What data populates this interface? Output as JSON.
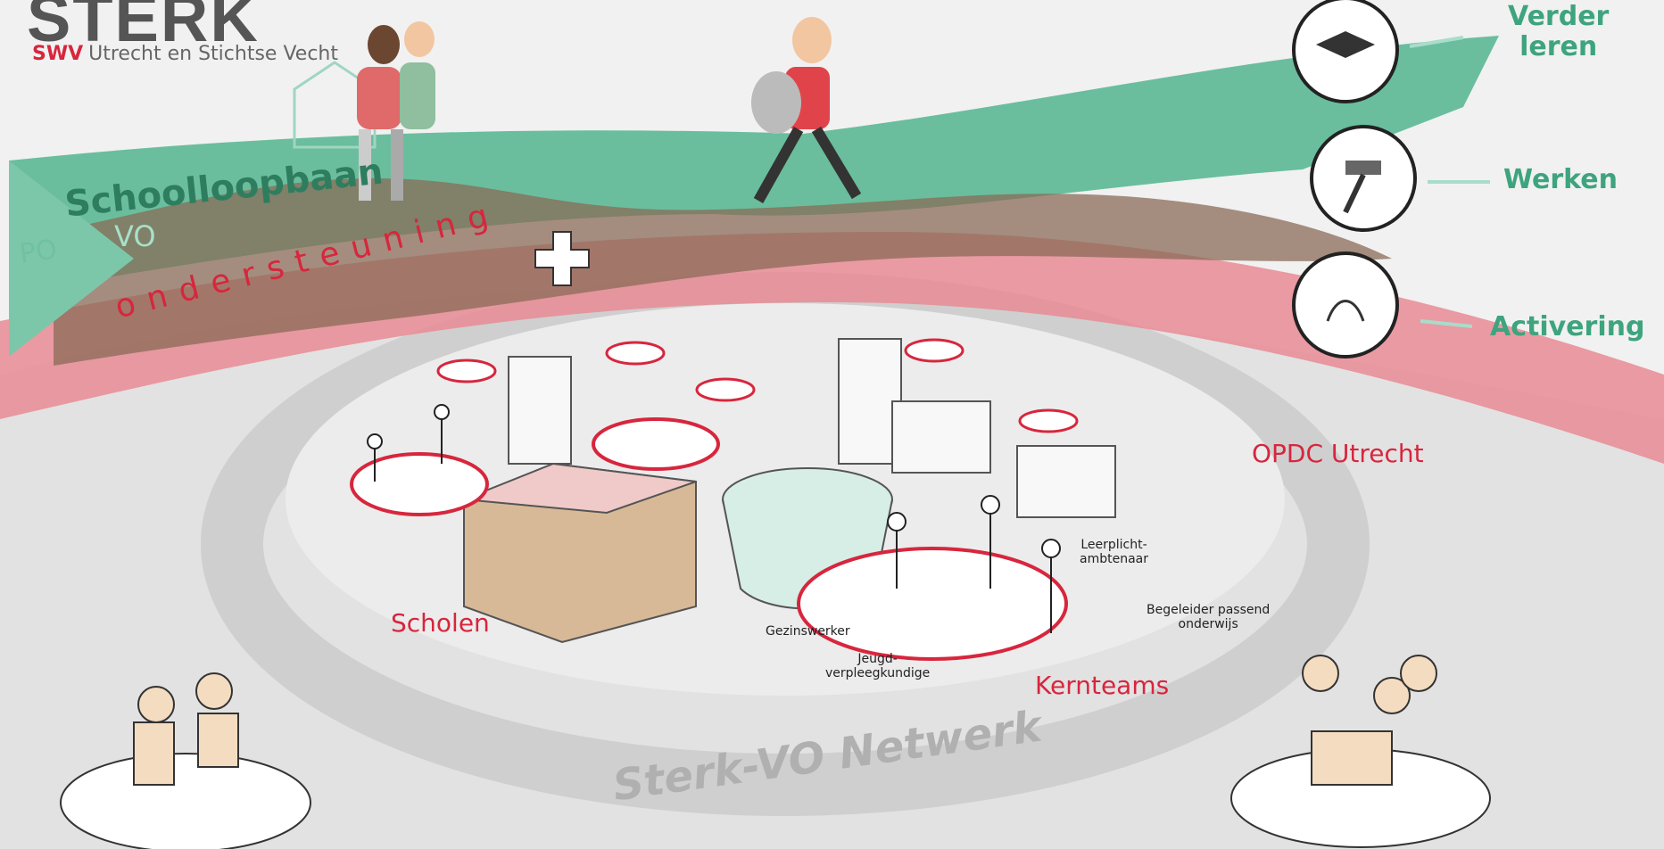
{
  "logo": {
    "title": "STERK",
    "prefix": "SWV",
    "subtitle": "Utrecht en Stichtse Vecht"
  },
  "pathway": {
    "po": "PO",
    "schoolloopbaan": "Schoolloopbaan",
    "vo": "VO",
    "ondersteuning": "ondersteuning"
  },
  "outcomes": [
    {
      "label": "Verder\nleren",
      "icon": "graduation-cap-icon"
    },
    {
      "label": "Werken",
      "icon": "hammer-icon"
    },
    {
      "label": "Activering",
      "icon": "plant-icon"
    }
  ],
  "map": {
    "opdc": "OPDC Utrecht",
    "scholen": "Scholen",
    "kernteams": "Kernteams",
    "netwerk": "Sterk-VO Netwerk",
    "roles": {
      "leerplicht": "Leerplicht-\nambtenaar",
      "begeleider": "Begeleider passend\nonderwijs",
      "gezinswerker": "Gezinswerker",
      "jeugd": "Jeugd-\nverpleegkundige"
    }
  },
  "colors": {
    "green": "#3ea47e",
    "red": "#d7263d",
    "brown": "#8a6b57",
    "grey": "#dcdcdc"
  }
}
